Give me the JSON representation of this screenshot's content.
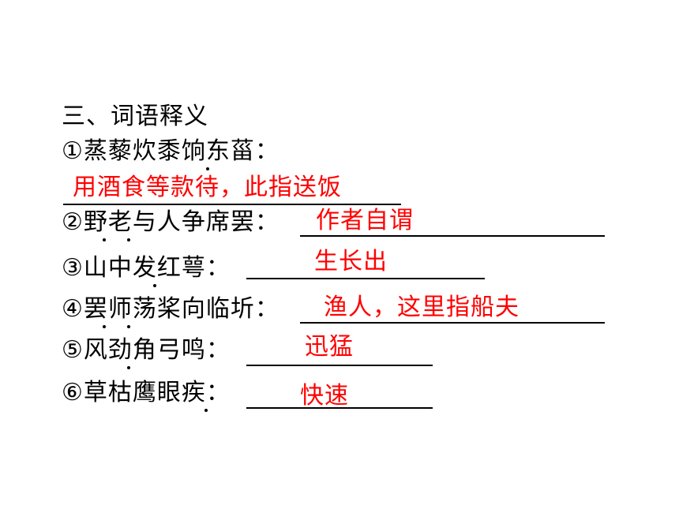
{
  "heading": "三、词语释义",
  "items": [
    {
      "question": "①蒸藜炊黍饷东菑：",
      "answer": "用酒食等款待，此指送饭"
    },
    {
      "question": "②野老与人争席罢：",
      "answer": "作者自谓"
    },
    {
      "question": "③山中发红萼：",
      "answer": "生长出"
    },
    {
      "question": "④罢师荡桨向临圻：",
      "answer": "渔人，这里指船夫"
    },
    {
      "question": "⑤风劲角弓鸣：",
      "answer": "迅猛"
    },
    {
      "question": "⑥草枯鹰眼疾：",
      "answer": "快速"
    }
  ],
  "colors": {
    "text": "#000000",
    "answer": "#ff0000"
  }
}
